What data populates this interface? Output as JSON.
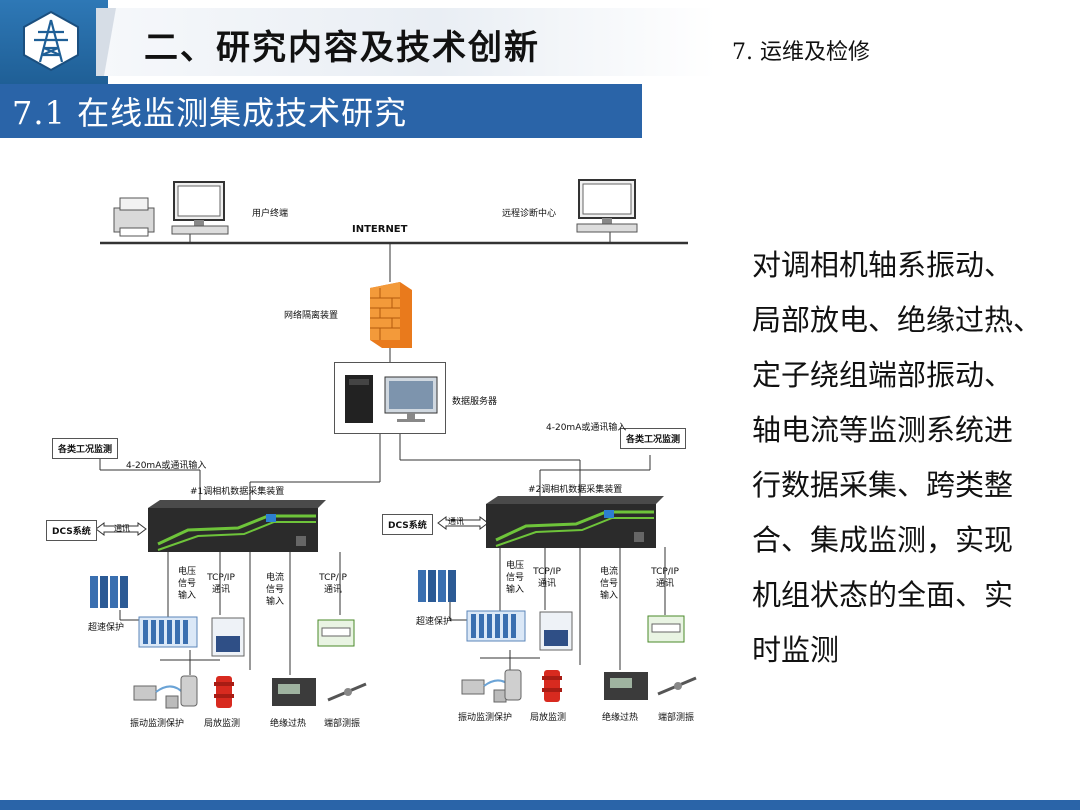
{
  "header": {
    "section_title": "二、研究内容及技术创新",
    "chapter": "7. 运维及检修"
  },
  "subheader": {
    "title": "7.1 在线监测集成技术研究"
  },
  "diagram": {
    "user_terminal": "用户终端",
    "remote_center": "远程诊断中心",
    "internet": "INTERNET",
    "firewall": "网络隔离装置",
    "server": "数据服务器",
    "conditions_left": "各类工况监测",
    "conditions_right": "各类工况监测",
    "input_left": "4-20mA或通讯输入",
    "input_right": "4-20mA或通讯输入",
    "device1": "#1调相机数据采集装置",
    "device2": "#2调相机数据采集装置",
    "dcs_left": "DCS系统",
    "dcs_right": "DCS系统",
    "comm_left": "通讯",
    "comm_right": "通讯",
    "voltage_left": "电压信号输入",
    "voltage_right": "电压信号输入",
    "tcpip_left_a": "TCP/IP通讯",
    "tcpip_right_a": "TCP/IP通讯",
    "current_left": "电流信号输入",
    "current_right": "电流信号输入",
    "tcpip_left_b": "TCP/IP通讯",
    "tcpip_right_b": "TCP/IP通讯",
    "overspeed_left": "超速保护",
    "overspeed_right": "超速保护",
    "vibration_left": "振动监测保护",
    "vibration_right": "振动监测保护",
    "pd_left": "局放监测",
    "pd_right": "局放监测",
    "insulation_left": "绝缘过热",
    "insulation_right": "绝缘过热",
    "endwinding_left": "端部测振",
    "endwinding_right": "端部测振"
  },
  "description": {
    "lines": [
      "对调相机轴系振动、",
      "局部放电、绝缘过热、",
      "定子绕组端部振动、",
      "轴电流等监测系统进",
      "行数据采集、跨类整",
      "合、集成监测，实现",
      "机组状态的全面、实",
      "时监测"
    ]
  },
  "colors": {
    "brand_blue": "#2a64a8",
    "firewall_orange": "#f08a24",
    "device_green": "#6ec43a"
  }
}
